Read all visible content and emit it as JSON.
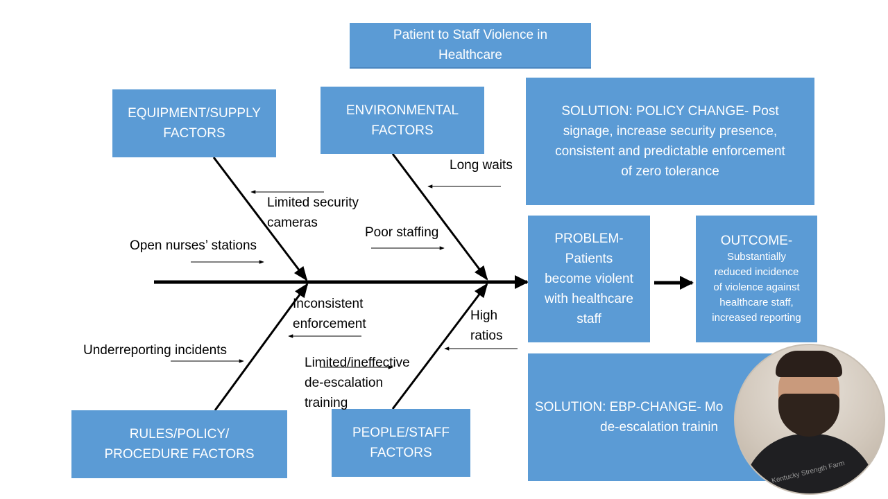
{
  "title": {
    "line1": "Patient to Staff Violence in",
    "line2": "Healthcare"
  },
  "categories": {
    "equipment": {
      "line1": "EQUIPMENT/SUPPLY",
      "line2": "FACTORS"
    },
    "environmental": {
      "line1": "ENVIRONMENTAL",
      "line2": "FACTORS"
    },
    "rules": {
      "line1": "RULES/POLICY/",
      "line2": "PROCEDURE FACTORS"
    },
    "people": {
      "line1": "PEOPLE/STAFF",
      "line2": "FACTORS"
    }
  },
  "causes": {
    "limited_security": {
      "line1": "Limited security",
      "line2": "cameras"
    },
    "open_nurses": "Open nurses’ stations",
    "long_waits": "Long waits",
    "poor_staffing": "Poor staffing",
    "inconsistent": {
      "line1": "Inconsistent",
      "line2": "enforcement"
    },
    "underreporting": "Underreporting incidents",
    "high_ratios": {
      "line1": "High",
      "line2": "ratios"
    },
    "training": {
      "line1": "Limited/ineffective",
      "line2": "de-escalation",
      "line3": "training"
    }
  },
  "solution_policy": {
    "line1": "SOLUTION: POLICY CHANGE- Post",
    "line2": "signage, increase security presence,",
    "line3": "consistent and predictable enforcement",
    "line4": "of zero tolerance"
  },
  "problem": {
    "line1": "PROBLEM-",
    "line2": "Patients",
    "line3": "become violent",
    "line4": "with healthcare",
    "line5": "staff"
  },
  "outcome": {
    "heading": "OUTCOME-",
    "line1": "Substantially",
    "line2": "reduced incidence",
    "line3": "of violence against",
    "line4": "healthcare staff,",
    "line5": "increased reporting"
  },
  "solution_ebp": {
    "line1": "SOLUTION: EBP-CHANGE- Mo",
    "line2": "de-escalation trainin"
  },
  "webcam": {
    "shirt_text": "Kentucky Strength Farm"
  },
  "colors": {
    "box": "#5b9bd5",
    "box_text": "#ffffff",
    "line": "#000000"
  }
}
